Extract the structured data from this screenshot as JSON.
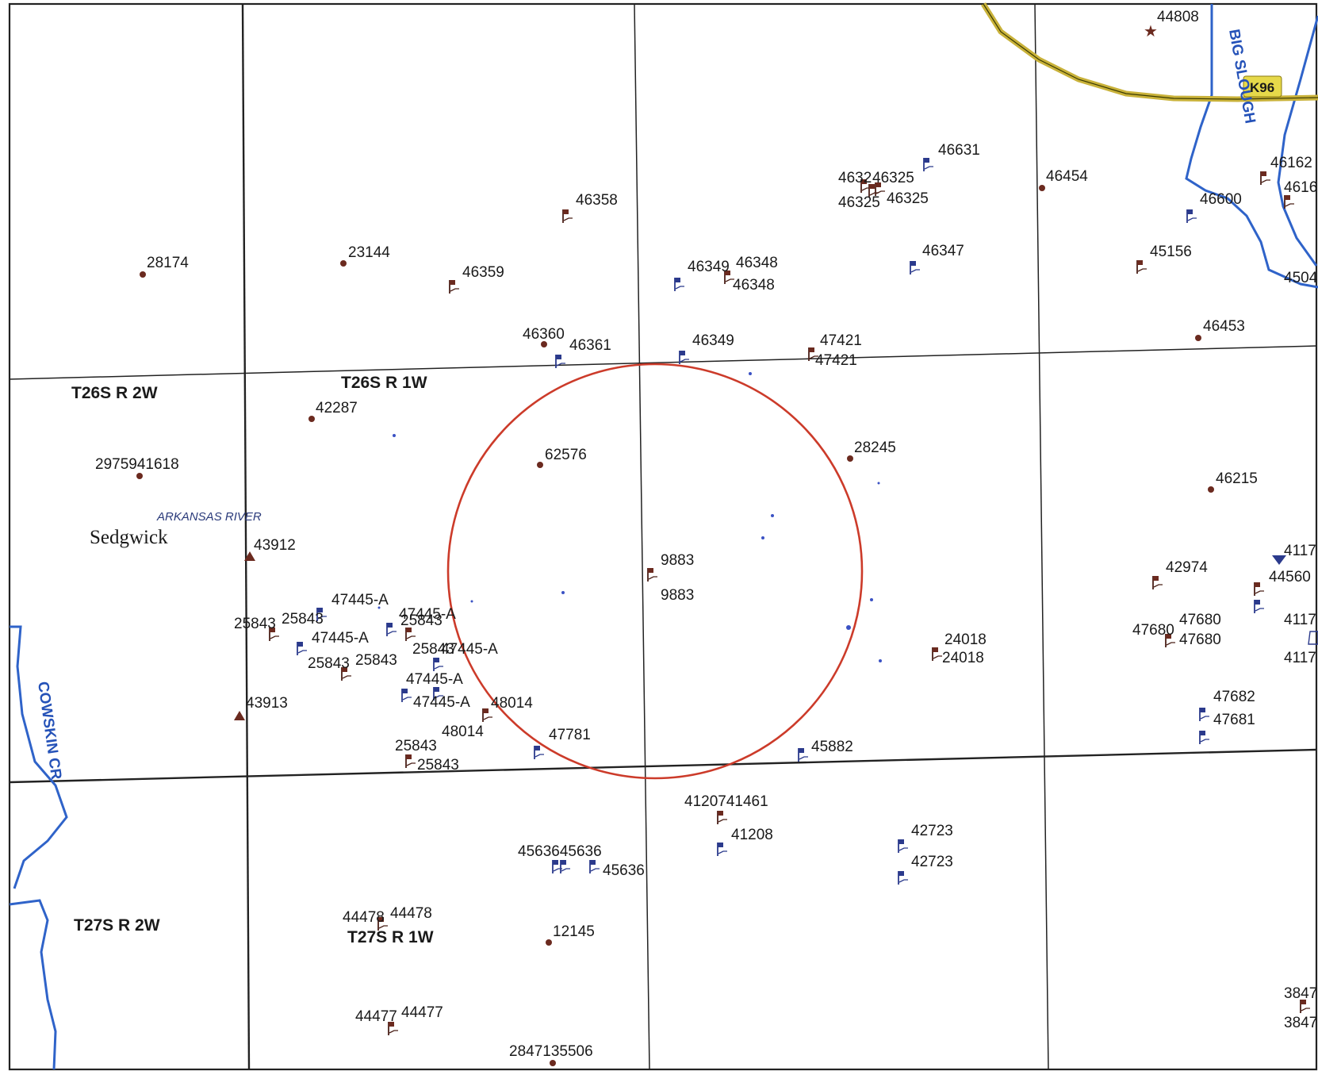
{
  "map": {
    "county": "Sedgwick",
    "river_label": "ARKANSAS RIVER",
    "creek_labels": [
      "COWSKIN CR",
      "BIG SLOUGH"
    ],
    "highway_shield": "K96",
    "colors": {
      "section_line": "#222222",
      "radius_circle": "#cc3b2a",
      "water": "#2f63c9",
      "highway": "#c9b23a",
      "well_brown": "#6b2a1f",
      "well_blue": "#2b3a8c"
    },
    "township_labels": [
      "T26S   R 2W",
      "T26S   R 1W",
      "T27S   R 2W",
      "T27S   R 1W"
    ],
    "well_labels": [
      "44808",
      "46631",
      "46162",
      "4616",
      "46454",
      "46358",
      "46325",
      "46325",
      "46600",
      "28174",
      "23144",
      "46359",
      "46349",
      "46348",
      "46348",
      "46347",
      "45156",
      "4504",
      "46360",
      "46361",
      "46349",
      "47421",
      "47421",
      "46453",
      "42287",
      "62576",
      "28245",
      "2975941618",
      "46215",
      "43912",
      "9883",
      "9883",
      "4117",
      "42974",
      "44560",
      "47445-A",
      "25843",
      "25843",
      "47445-A",
      "25843",
      "47445-A",
      "25843",
      "25843",
      "25843",
      "47445-A",
      "24018",
      "24018",
      "47680",
      "47680",
      "47680",
      "4117",
      "4117",
      "47445-A",
      "47445-A",
      "48014",
      "43913",
      "47682",
      "47681",
      "48014",
      "47781",
      "25843",
      "25843",
      "45882",
      "4120741461",
      "41208",
      "42723",
      "42723",
      "4563645636",
      "45636",
      "44478",
      "44478",
      "12145",
      "3847",
      "3847",
      "44477",
      "44477",
      "2847135506",
      "4632",
      "46325"
    ]
  }
}
